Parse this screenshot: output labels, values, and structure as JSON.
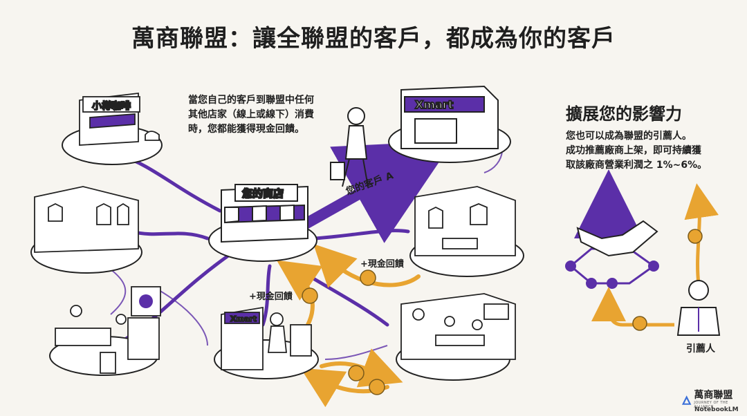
{
  "title": "萬商聯盟：讓全聯盟的客戶，都成為你的客戶",
  "description_lines": [
    "當您自己的客戶到聯盟中任何",
    "其他店家（線上或線下）消費",
    "時，您都能獲得現金回饋。"
  ],
  "stores": {
    "coffee_sign": "小樽咖啡",
    "your_store_sign": "您的商店",
    "xmart_sign": "Xmart",
    "xmart_small_sign": "Xmart"
  },
  "customer_label": "您的客戶 A",
  "cashback_label_1": "+現金回饋",
  "cashback_label_2": "+現金回饋",
  "influence": {
    "heading": "擴展您的影響力",
    "lines": [
      "您也可以成為聯盟的引薦人。",
      "成功推薦廠商上架，即可持續獲",
      "取該廠商營業利潤之 1%~6%。"
    ],
    "referrer_label": "引薦人"
  },
  "logo": {
    "name": "萬商聯盟",
    "tagline": "JOURNEY OF THE ALLIANCE",
    "notebooklm": "NotebookLM"
  },
  "colors": {
    "purple": "#5b2fa8",
    "gold": "#e8a431",
    "ink": "#1f1f1f",
    "background": "#f7f5f0"
  }
}
